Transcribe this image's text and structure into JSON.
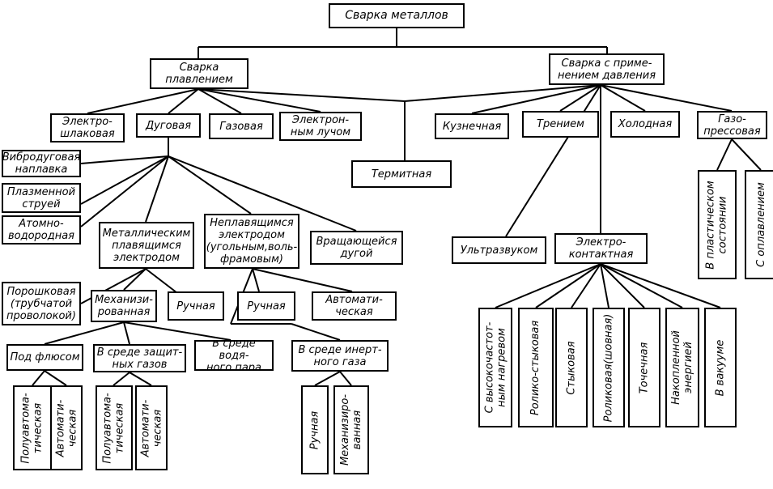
{
  "nodes": {
    "root": "Сварка металлов",
    "fusion": "Сварка\nплавлением",
    "pressure": "Сварка с приме-\nнением давления",
    "electroslag": "Электро-\nшлаковая",
    "arc": "Дуговая",
    "gas": "Газовая",
    "ebeam": "Электрон-\nным лучом",
    "thermit": "Термитная",
    "forge": "Кузнечная",
    "friction": "Трением",
    "cold": "Холодная",
    "gaspress": "Газо-\nпрессовая",
    "vibroarc": "Вибродуговая\nнаплавка",
    "plasma": "Плазменной\nструей",
    "atomhyd": "Атомно-\nводородная",
    "metal_el": "Металлическим\nплавящимся\nэлектродом",
    "nonmelt_el": "Неплавящимся\nэлектродом\n(угольным,воль-\nфрамовым)",
    "rotating": "Вращающейся\nдугой",
    "ultrasound": "Ультразвуком",
    "contact": "Электро-\nконтактная",
    "plastic": "В пластическом\nсостоянии",
    "melting": "С оплавлением",
    "powderwire": "Порошковая\n(трубчатой\nпроволокой)",
    "mech": "Механизи-\nрованная",
    "manual1": "Ручная",
    "manual2": "Ручная",
    "auto1": "Автомати-\nческая",
    "subflux": "Под флюсом",
    "shield": "В среде защит-\nных газов",
    "steam": "В среде водя-\nного пара",
    "inert": "В среде инерт-\nного газа",
    "hf": "С высокочастот-\nным нагревом",
    "rollerbutt": "Ролико-стыковая",
    "butt": "Стыковая",
    "seam": "Роликовая(шовная)",
    "spot": "Точечная",
    "stored": "Накопленной\nэнергией",
    "vacuum": "В вакууме",
    "flux_semi": "Полуавтома-\nтическая",
    "flux_auto": "Автомати-\nческая",
    "sh_semi": "Полуавтома-\nтическая",
    "sh_auto": "Автомати-\nческая",
    "in_manual": "Ручная",
    "in_mech": "Механизиро-\nванная"
  }
}
